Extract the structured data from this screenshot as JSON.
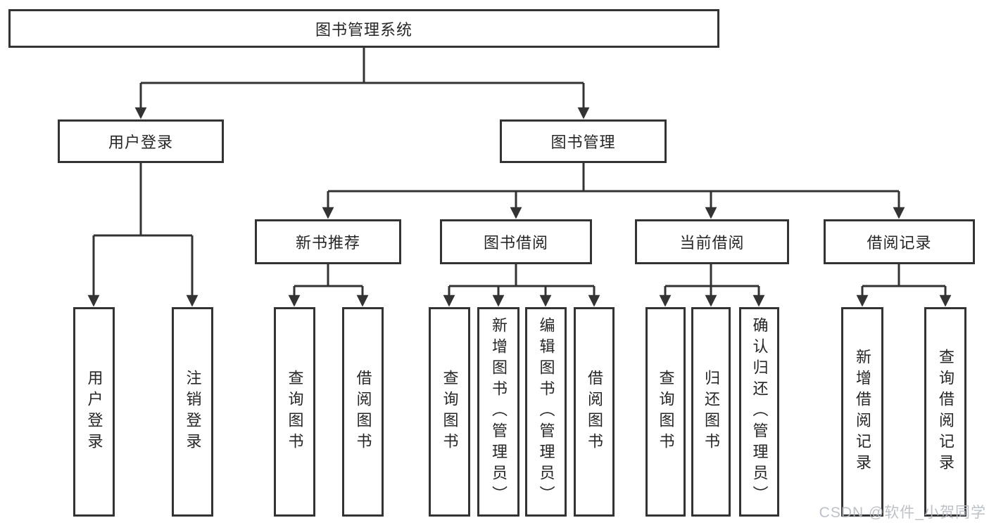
{
  "diagram": {
    "title": "图书管理系统",
    "type": "tree",
    "root": {
      "label": "图书管理系统",
      "children": [
        {
          "label": "用户登录",
          "children": [
            {
              "label": "用户登录"
            },
            {
              "label": "注销登录"
            }
          ]
        },
        {
          "label": "图书管理",
          "children": [
            {
              "label": "新书推荐",
              "children": [
                {
                  "label": "查询图书"
                },
                {
                  "label": "借阅图书"
                }
              ]
            },
            {
              "label": "图书借阅",
              "children": [
                {
                  "label": "查询图书"
                },
                {
                  "label": "新增图书（管理员）"
                },
                {
                  "label": "编辑图书（管理员）"
                },
                {
                  "label": "借阅图书"
                }
              ]
            },
            {
              "label": "当前借阅",
              "children": [
                {
                  "label": "查询图书"
                },
                {
                  "label": "归还图书"
                },
                {
                  "label": "确认归还（管理员）"
                }
              ]
            },
            {
              "label": "借阅记录",
              "children": [
                {
                  "label": "新增借阅记录"
                },
                {
                  "label": "查询借阅记录"
                }
              ]
            }
          ]
        }
      ]
    }
  },
  "watermark": {
    "text": "CSDN @软件_小贺同学"
  },
  "colors": {
    "line": "#333333",
    "box_border": "#333333",
    "text": "#262626",
    "watermark": "#b5bac3",
    "background": "#ffffff"
  }
}
